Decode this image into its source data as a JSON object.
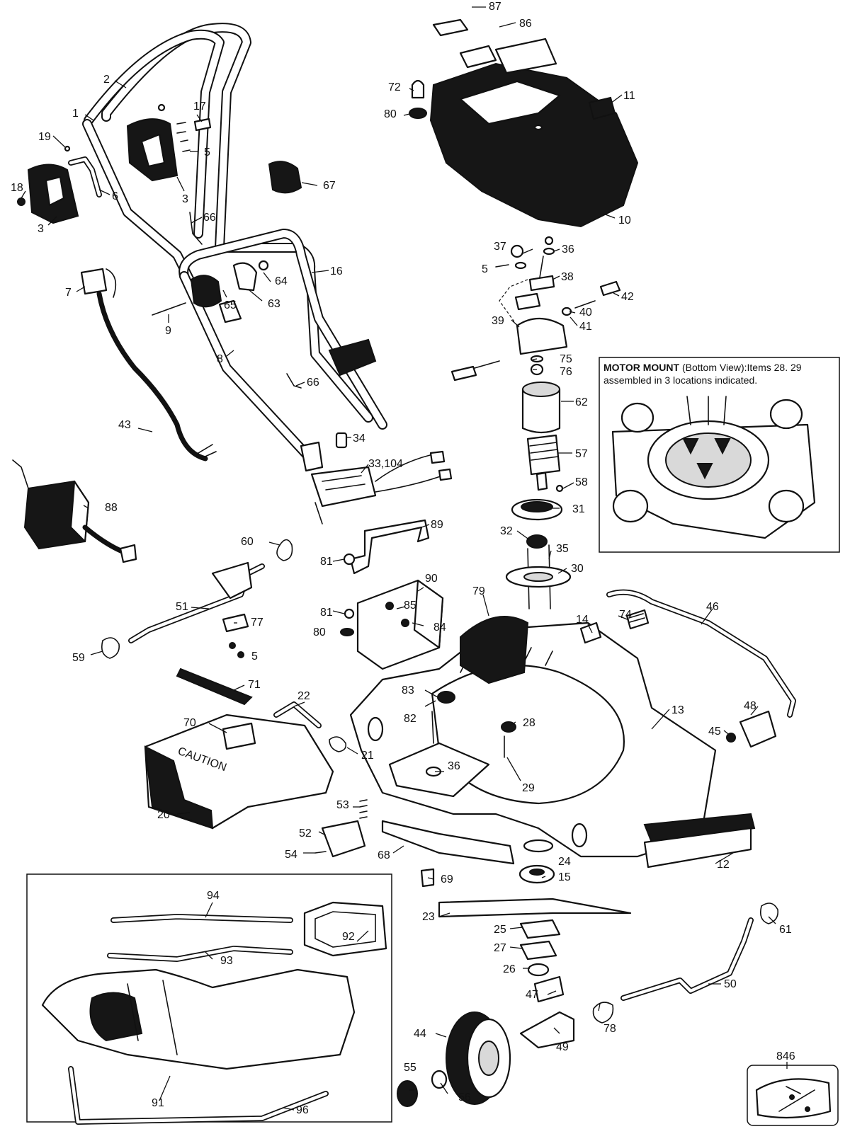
{
  "motor_mount_note": {
    "heading": "MOTOR MOUNT",
    "text": "(Bottom View):Items 28. 29 assembled in 3 locations indicated."
  },
  "callouts": {
    "c1": "1",
    "c2": "2",
    "c3a": "3",
    "c3b": "3",
    "c5a": "5",
    "c5b": "5",
    "c5c": "5",
    "c6": "6",
    "c7": "7",
    "c8": "8",
    "c9": "9",
    "c10": "10",
    "c11": "11",
    "c12": "12",
    "c13": "13",
    "c14": "14",
    "c15": "15",
    "c16": "16",
    "c17": "17",
    "c18": "18",
    "c19": "19",
    "c20": "20",
    "c21": "21",
    "c22": "22",
    "c23": "23",
    "c24": "24",
    "c25": "25",
    "c26": "26",
    "c27": "27",
    "c28": "28",
    "c29": "29",
    "c30": "30",
    "c31": "31",
    "c32": "32",
    "c33": "33,104",
    "c34": "34",
    "c35": "35",
    "c36a": "36",
    "c36b": "36",
    "c37": "37",
    "c38": "38",
    "c39": "39",
    "c40": "40",
    "c41": "41",
    "c42": "42",
    "c43": "43",
    "c44": "44",
    "c45": "45",
    "c46": "46",
    "c47": "47",
    "c48": "48",
    "c49": "49",
    "c50": "50",
    "c51": "51",
    "c52": "52",
    "c53": "53",
    "c54": "54",
    "c55": "55",
    "c56": "56",
    "c57": "57",
    "c58": "58",
    "c59": "59",
    "c60": "60",
    "c61": "61",
    "c62": "62",
    "c63": "63",
    "c64": "64",
    "c65": "65",
    "c66a": "66",
    "c66b": "66",
    "c67": "67",
    "c68": "68",
    "c69": "69",
    "c70": "70",
    "c71": "71",
    "c72": "72",
    "c74": "74",
    "c75": "75",
    "c76": "76",
    "c77": "77",
    "c78": "78",
    "c79": "79",
    "c80a": "80",
    "c80b": "80",
    "c81a": "81",
    "c81b": "81",
    "c82": "82",
    "c83": "83",
    "c84": "84",
    "c85": "85",
    "c86": "86",
    "c87": "87",
    "c88": "88",
    "c89": "89",
    "c90": "90",
    "c91": "91",
    "c92": "92",
    "c93": "93",
    "c94": "94",
    "c96": "96",
    "c846": "846"
  },
  "caution_label": "CAUTION"
}
